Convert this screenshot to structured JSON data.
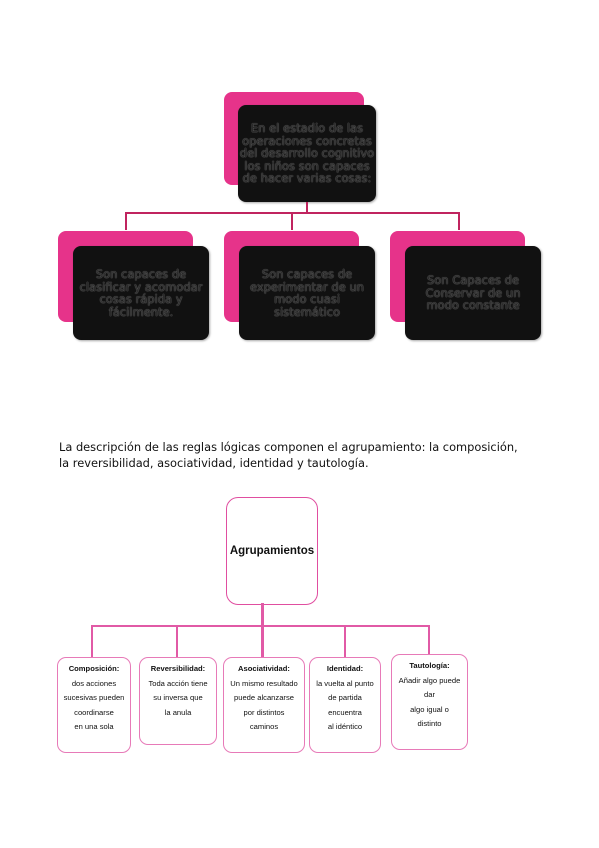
{
  "diagram1": {
    "root": "En el estadio de las operaciones concretas del desarrollo cognitivo los niños son capaces de hacer varias cosas:",
    "children": [
      "Son capaces de clasificar y acomodar cosas rápida y fácilmente.",
      "Son capaces de experimentar de un modo cuasi sistemático",
      "Son Capaces de Conservar de un modo constante"
    ],
    "colors": {
      "pink": "#e6338a",
      "dark": "#111111",
      "line": "#c0245f"
    }
  },
  "paragraph": "La descripción de las reglas lógicas componen el agrupamiento: la composición, la reversibilidad, asociatividad, identidad y tautología.",
  "diagram2": {
    "root": "Agrupamientos",
    "leaves": [
      {
        "title": "Composición:",
        "lines": [
          "dos acciones",
          "sucesivas pueden",
          "coordinarse",
          "en una sola"
        ]
      },
      {
        "title": "Reversibilidad:",
        "lines": [
          "Toda acción tiene",
          "su inversa que",
          "la anula"
        ]
      },
      {
        "title": "Asociatividad:",
        "lines": [
          "Un mismo resultado",
          "puede alcanzarse",
          "por distintos",
          "caminos"
        ]
      },
      {
        "title": "Identidad:",
        "lines": [
          "la vuelta al punto",
          "de partida",
          "encuentra",
          "al idéntico"
        ]
      },
      {
        "title": "Tautología:",
        "lines": [
          "Añadir algo puede",
          "dar",
          "algo igual o",
          "distinto"
        ]
      }
    ],
    "colors": {
      "outline": "#e04ea0",
      "line": "#e15aa6"
    }
  }
}
